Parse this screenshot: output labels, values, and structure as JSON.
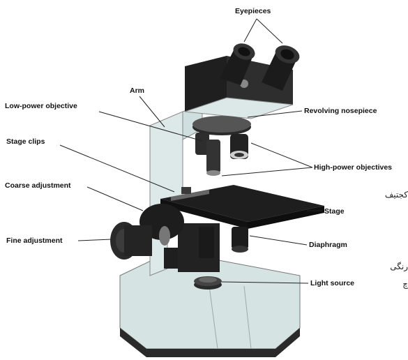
{
  "labels": {
    "eyepieces": "Eyepieces",
    "arm": "Arm",
    "low_power_objective": "Low-power objective",
    "revolving_nosepiece": "Revolving nosepiece",
    "stage_clips": "Stage clips",
    "high_power_objectives": "High-power objectives",
    "coarse_adjustment": "Coarse adjustment",
    "stage": "Stage",
    "fine_adjustment": "Fine adjustment",
    "diaphragm": "Diaphragm",
    "light_source": "Light source"
  },
  "background_text": {
    "line1": "کجتیف",
    "line2": "رنگی",
    "line3": "چ"
  },
  "colors": {
    "body_light": "#d9e6e6",
    "body_dark": "#1c1c1c",
    "leader_line": "#222222"
  }
}
